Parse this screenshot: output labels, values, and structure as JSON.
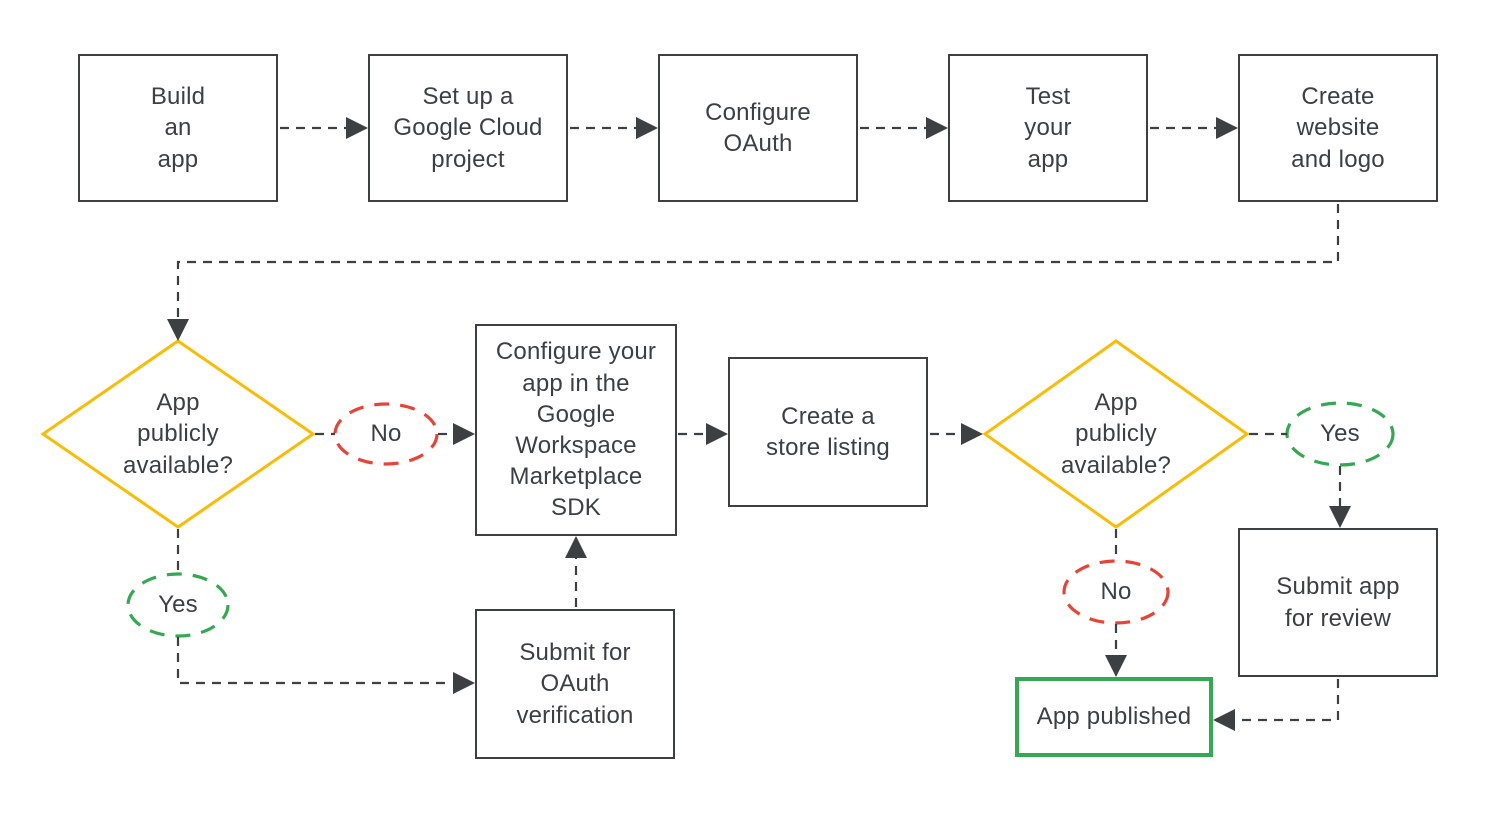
{
  "colors": {
    "node_border": "#3c4043",
    "text": "#3c4043",
    "connector": "#3c4043",
    "decision_border": "#fbbc04",
    "no_border": "#ea4335",
    "yes_border": "#34a853",
    "published_border": "#34a853",
    "background": "#ffffff"
  },
  "nodes": {
    "build_app": {
      "label": "Build\nan\napp",
      "type": "process"
    },
    "setup_project": {
      "label": "Set up a\nGoogle Cloud\nproject",
      "type": "process"
    },
    "configure_oauth": {
      "label": "Configure\nOAuth",
      "type": "process"
    },
    "test_app": {
      "label": "Test\nyour\napp",
      "type": "process"
    },
    "create_website": {
      "label": "Create\nwebsite\nand logo",
      "type": "process"
    },
    "decision_public_1": {
      "label": "App\npublicly\navailable?",
      "type": "decision"
    },
    "no_1": {
      "label": "No",
      "type": "branch-label"
    },
    "yes_1": {
      "label": "Yes",
      "type": "branch-label"
    },
    "configure_sdk": {
      "label": "Configure your\napp in the\nGoogle\nWorkspace\nMarketplace\nSDK",
      "type": "process"
    },
    "store_listing": {
      "label": "Create a\nstore listing",
      "type": "process"
    },
    "decision_public_2": {
      "label": "App\npublicly\navailable?",
      "type": "decision"
    },
    "yes_2": {
      "label": "Yes",
      "type": "branch-label"
    },
    "no_2": {
      "label": "No",
      "type": "branch-label"
    },
    "submit_oauth": {
      "label": "Submit for\nOAuth\nverification",
      "type": "process"
    },
    "submit_review": {
      "label": "Submit app\nfor review",
      "type": "process"
    },
    "app_published": {
      "label": "App published",
      "type": "terminal"
    }
  },
  "edges": [
    {
      "from": "build_app",
      "to": "setup_project"
    },
    {
      "from": "setup_project",
      "to": "configure_oauth"
    },
    {
      "from": "configure_oauth",
      "to": "test_app"
    },
    {
      "from": "test_app",
      "to": "create_website"
    },
    {
      "from": "create_website",
      "to": "decision_public_1"
    },
    {
      "from": "decision_public_1",
      "to": "configure_sdk",
      "label": "No"
    },
    {
      "from": "decision_public_1",
      "to": "submit_oauth",
      "label": "Yes"
    },
    {
      "from": "submit_oauth",
      "to": "configure_sdk"
    },
    {
      "from": "configure_sdk",
      "to": "store_listing"
    },
    {
      "from": "store_listing",
      "to": "decision_public_2"
    },
    {
      "from": "decision_public_2",
      "to": "submit_review",
      "label": "Yes"
    },
    {
      "from": "decision_public_2",
      "to": "app_published",
      "label": "No"
    },
    {
      "from": "submit_review",
      "to": "app_published"
    }
  ]
}
